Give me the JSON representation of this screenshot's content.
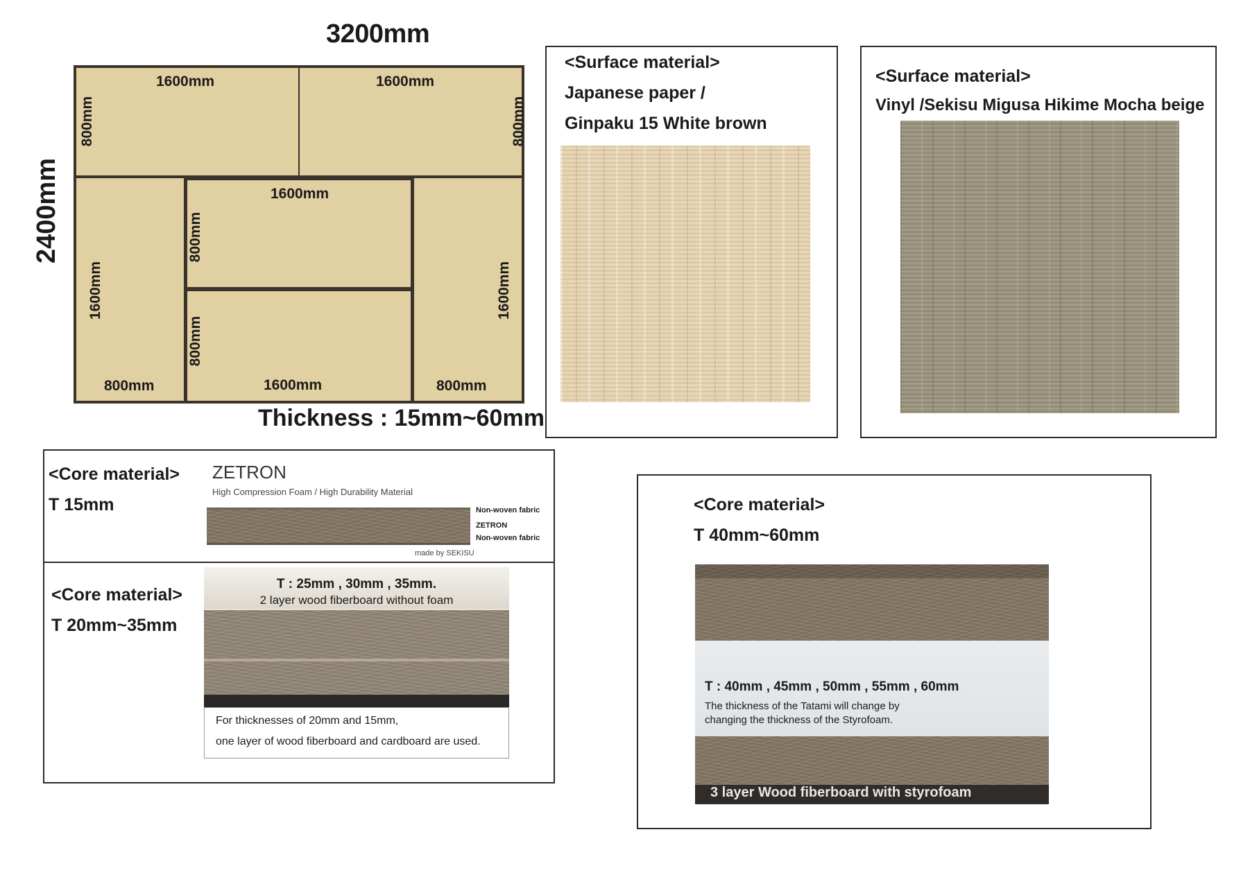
{
  "plan": {
    "width_label": "3200mm",
    "height_label": "2400mm",
    "thickness_label": "Thickness : 15mm~60mm",
    "mats": {
      "top_left": {
        "w": "1600mm",
        "h": "800mm"
      },
      "top_right": {
        "w": "1600mm",
        "h": "800mm"
      },
      "left": {
        "w": "800mm",
        "h": "1600mm"
      },
      "center_top": {
        "w": "1600mm",
        "h": "800mm"
      },
      "center_bottom": {
        "w": "1600mm",
        "h": "800mm"
      },
      "right": {
        "w": "800mm",
        "h": "1600mm"
      }
    }
  },
  "surface1": {
    "heading": "<Surface material>",
    "line1": "Japanese paper /",
    "line2": "Ginpaku 15 White brown"
  },
  "surface2": {
    "heading": "<Surface material>",
    "line1": "Vinyl /Sekisu Migusa Hikime Mocha beige"
  },
  "core15": {
    "heading": "<Core material>",
    "thickness": "T 15mm",
    "brand": "ZETRON",
    "subtitle": "High Compression Foam / High Durability Material",
    "layer_top": "Non-woven fabric",
    "layer_mid": "ZETRON",
    "layer_bottom": "Non-woven fabric",
    "maker": "made by SEKISU"
  },
  "core20": {
    "heading": "<Core material>",
    "thickness": "T 20mm~35mm",
    "photo_title": "T : 25mm , 30mm , 35mm.",
    "photo_subtitle": "2 layer wood fiberboard without foam",
    "note_line1": "For thicknesses of 20mm and 15mm,",
    "note_line2": "one layer of wood fiberboard and cardboard are used."
  },
  "core40": {
    "heading": "<Core material>",
    "thickness": "T 40mm~60mm",
    "photo_title": "T : 40mm , 45mm , 50mm , 55mm , 60mm",
    "photo_note1": "The thickness of the Tatami will change by",
    "photo_note2": "changing the thickness of the Styrofoam.",
    "photo_caption": "3 layer Wood fiberboard with styrofoam"
  }
}
